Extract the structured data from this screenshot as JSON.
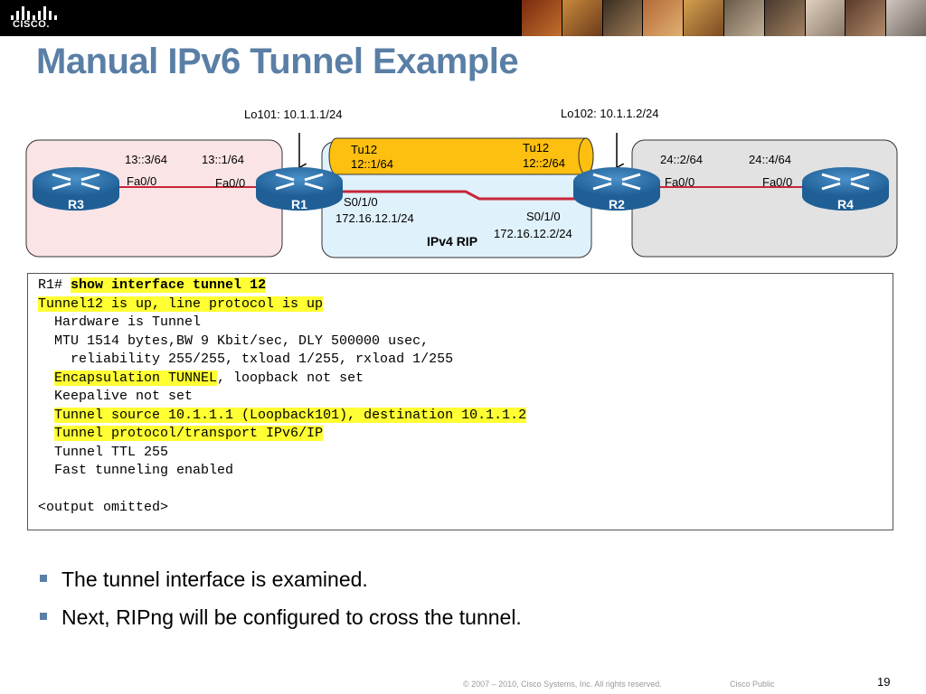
{
  "header": {
    "logo_text": "CISCO."
  },
  "title": "Manual IPv6 Tunnel Example",
  "diagram": {
    "lo101": "Lo101: 10.1.1.1/24",
    "lo102": "Lo102: 10.1.1.2/24",
    "routers": {
      "r1": "R1",
      "r2": "R2",
      "r3": "R3",
      "r4": "R4"
    },
    "left_addr_r3": "13::3/64",
    "left_addr_r1": "13::1/64",
    "left_fa_r3": "Fa0/0",
    "left_fa_r1": "Fa0/0",
    "right_addr_r2": "24::2/64",
    "right_addr_r4": "24::4/64",
    "right_fa_r2": "Fa0/0",
    "right_fa_r4": "Fa0/0",
    "tunnel_r1_name": "Tu12",
    "tunnel_r1_addr": "12::1/64",
    "tunnel_r2_name": "Tu12",
    "tunnel_r2_addr": "12::2/64",
    "serial_r1_if": "S0/1/0",
    "serial_r1_ip": "172.16.12.1/24",
    "serial_r2_if": "S0/1/0",
    "serial_r2_ip": "172.16.12.2/24",
    "ipv4_cloud_label": "IPv4 RIP"
  },
  "terminal": {
    "prompt": "R1#",
    "command": "show interface tunnel 12",
    "lines": [
      "Tunnel12 is up, line protocol is up",
      "  Hardware is Tunnel",
      "  MTU 1514 bytes,BW 9 Kbit/sec, DLY 500000 usec,",
      "    reliability 255/255, txload 1/255, rxload 1/255",
      "Encapsulation TUNNEL",
      ", loopback not set",
      "  Keepalive not set",
      "Tunnel source 10.1.1.1 (Loopback101), destination 10.1.1.2",
      "Tunnel protocol/transport IPv6/IP",
      "  Tunnel TTL 255",
      "  Fast tunneling enabled",
      "<output omitted>"
    ]
  },
  "bullets": [
    "The tunnel interface is examined.",
    "Next, RIPng will be configured to cross the tunnel."
  ],
  "footer": {
    "copyright": "© 2007 – 2010, Cisco Systems, Inc. All rights reserved.",
    "classification": "Cisco Public",
    "page_number": "19"
  },
  "colors": {
    "title": "#5a7fa6",
    "left_area": "#fbe4e6",
    "center_area": "#dff1fb",
    "right_area": "#e2e2e2",
    "tunnel": "#fdbf10",
    "router": "#2a6fa8",
    "serial_link": "#c8263a",
    "highlight": "#ffff33"
  }
}
